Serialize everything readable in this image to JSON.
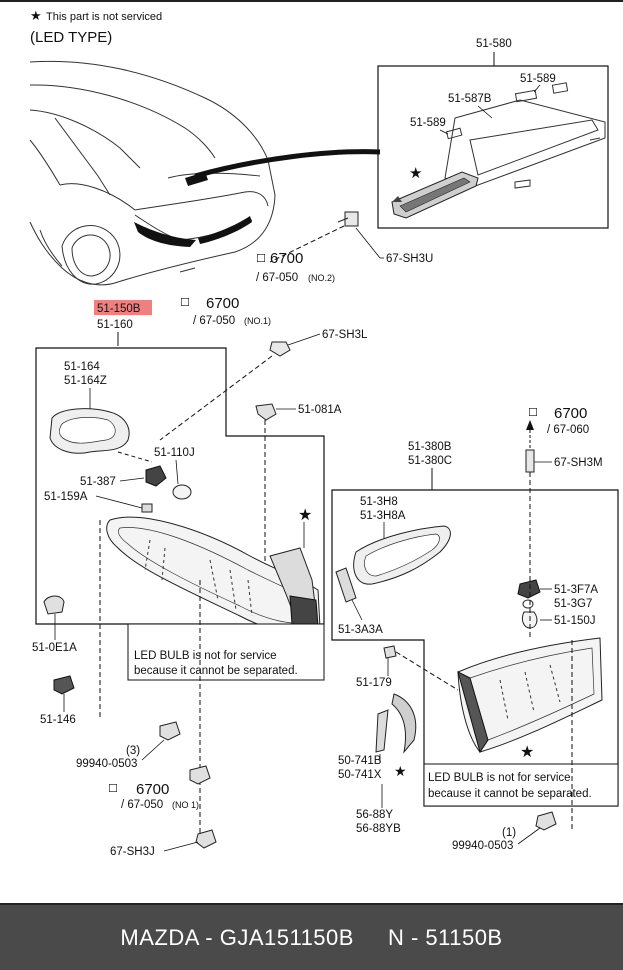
{
  "header": {
    "star_symbol": "★",
    "service_note": "This part is not serviced",
    "variant": "(LED TYPE)"
  },
  "callouts": {
    "c_51_580": "51-580",
    "c_51_589_a": "51-589",
    "c_51_587b": "51-587B",
    "c_51_589_b": "51-589",
    "c_6700_a": "6700",
    "c_67_050_no2": "/ 67-050",
    "c_no2": "(NO.2)",
    "c_67_sh3u": "67-SH3U",
    "c_51_150b": "51-150B",
    "c_51_160": "51-160",
    "c_6700_b": "6700",
    "c_67_050_no1_a": "/ 67-050",
    "c_no1_a": "(NO.1)",
    "c_67_sh3l": "67-SH3L",
    "c_51_164": "51-164",
    "c_51_164z": "51-164Z",
    "c_51_081a": "51-081A",
    "c_51_110j": "51-110J",
    "c_51_387": "51-387",
    "c_51_159a": "51-159A",
    "c_6700_c": "6700",
    "c_67_060": "/ 67-060",
    "c_67_sh3m": "67-SH3M",
    "c_51_380b": "51-380B",
    "c_51_380c": "51-380C",
    "c_51_3h8": "51-3H8",
    "c_51_3h8a": "51-3H8A",
    "c_51_3f7a": "51-3F7A",
    "c_51_3g7": "51-3G7",
    "c_51_150j": "51-150J",
    "c_51_3a3a": "51-3A3A",
    "c_51_0e1a": "51-0E1A",
    "c_51_179": "51-179",
    "c_51_146": "51-146",
    "c_qty_3": "(3)",
    "c_99940_0503_a": "99940-0503",
    "c_50_741b": "50-741B",
    "c_50_741x": "50-741X",
    "c_6700_d": "6700",
    "c_67_050_no1_b": "/ 67-050",
    "c_no1_b": "(NO 1)",
    "c_56_88y": "56-88Y",
    "c_56_88yb": "56-88YB",
    "c_qty_1": "(1)",
    "c_99940_0503_b": "99940-0503",
    "c_67_sh3j": "67-SH3J"
  },
  "notes": {
    "left_line1": "LED BULB is not for service",
    "left_line2": "because it cannot be separated.",
    "right_line1": "LED BULB is not for service",
    "right_line2": "because it cannot be separated."
  },
  "highlight_color": "#f08080",
  "footer": {
    "brand_part": "MAZDA - GJA151150B",
    "number": "N - 51150B"
  }
}
